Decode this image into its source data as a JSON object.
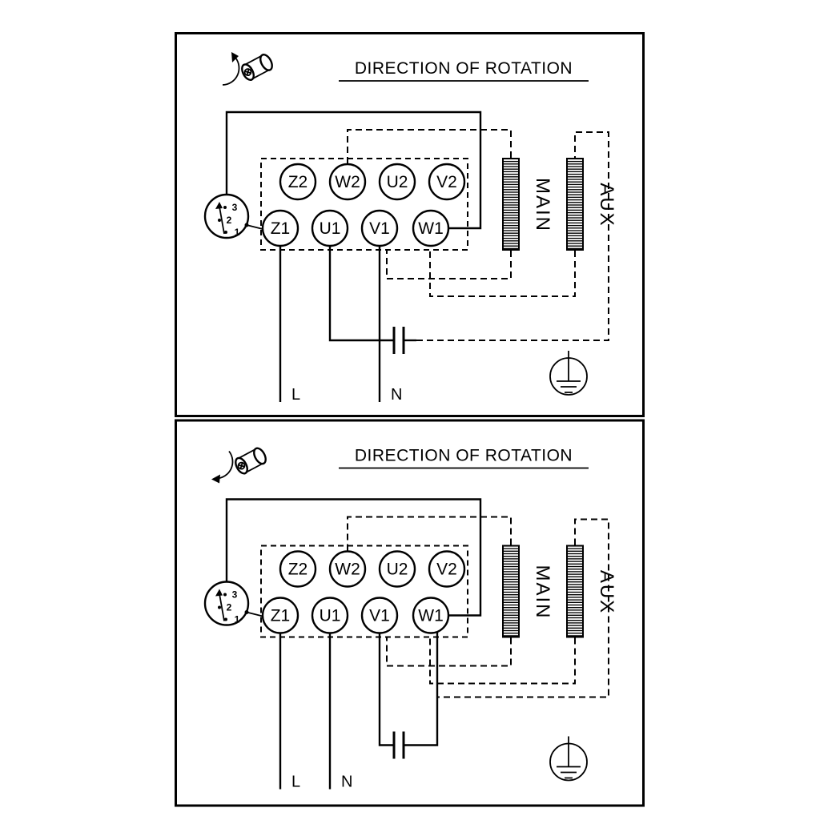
{
  "colors": {
    "line": "#000000",
    "background": "#ffffff"
  },
  "panel1": {
    "title": "DIRECTION OF ROTATION",
    "terminals_top": [
      "Z2",
      "W2",
      "U2",
      "V2"
    ],
    "terminals_bottom": [
      "Z1",
      "U1",
      "V1",
      "W1"
    ],
    "switch_positions": [
      "3",
      "2",
      "1"
    ],
    "winding_main": "MAIN",
    "winding_aux": "AUX",
    "supply_line": "L",
    "supply_neutral": "N"
  },
  "panel2": {
    "title": "DIRECTION OF ROTATION",
    "terminals_top": [
      "Z2",
      "W2",
      "U2",
      "V2"
    ],
    "terminals_bottom": [
      "Z1",
      "U1",
      "V1",
      "W1"
    ],
    "switch_positions": [
      "3",
      "2",
      "1"
    ],
    "winding_main": "MAIN",
    "winding_aux": "AUX",
    "supply_line": "L",
    "supply_neutral": "N"
  }
}
